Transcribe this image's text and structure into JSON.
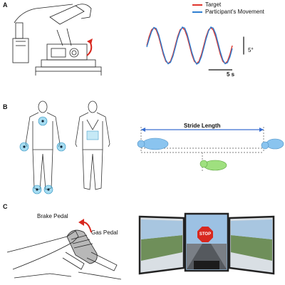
{
  "panels": {
    "a": {
      "letter": "A"
    },
    "b": {
      "letter": "B"
    },
    "c": {
      "letter": "C"
    }
  },
  "chart_data": {
    "type": "line",
    "title": "",
    "xlabel": "",
    "ylabel": "",
    "series": [
      {
        "name": "Target",
        "color": "#e0342c",
        "x": [
          0,
          0.5,
          1,
          1.5,
          2,
          2.5,
          3,
          3.5,
          4,
          4.5,
          5,
          5.5,
          6,
          6.5,
          7,
          7.5,
          8,
          8.5,
          9,
          9.5,
          10,
          10.5,
          11,
          11.5,
          12,
          12.5,
          13,
          13.5,
          14,
          14.5,
          15,
          15.5,
          16,
          16.5,
          17,
          17.5,
          18
        ],
        "y": [
          0,
          2.5,
          4.4,
          5,
          4.4,
          2.5,
          0,
          -2.5,
          -4.4,
          -5,
          -4.4,
          -2.5,
          0,
          2.5,
          4.4,
          5,
          4.4,
          2.5,
          0,
          -2.5,
          -4.4,
          -5,
          -4.4,
          -2.5,
          0,
          2.5,
          4.4,
          5,
          4.4,
          2.5,
          0,
          -2.5,
          -4.4,
          -5,
          -4.4,
          -2.5,
          0
        ]
      },
      {
        "name": "Participant's Movement",
        "color": "#2f7fd1",
        "x": [
          0,
          0.5,
          1,
          1.5,
          2,
          2.5,
          3,
          3.5,
          4,
          4.5,
          5,
          5.5,
          6,
          6.5,
          7,
          7.5,
          8,
          8.5,
          9,
          9.5,
          10,
          10.5,
          11,
          11.5,
          12,
          12.5,
          13,
          13.5,
          14,
          14.5,
          15,
          15.5,
          16,
          16.5,
          17,
          17.5,
          18
        ],
        "y": [
          -0.4,
          1.8,
          3.9,
          5.1,
          4.8,
          3.1,
          0.6,
          -2.0,
          -4.1,
          -5.1,
          -4.7,
          -3.0,
          -0.6,
          2.0,
          4.0,
          5.2,
          4.9,
          3.2,
          0.7,
          -1.9,
          -4.0,
          -5.2,
          -4.8,
          -3.1,
          -0.7,
          1.9,
          4.1,
          5.2,
          4.9,
          3.3,
          0.8,
          -1.8,
          -4.0,
          -5.1,
          -4.8,
          -3.2,
          -0.8
        ]
      }
    ],
    "ylim": [
      -6,
      6
    ],
    "xlim": [
      0,
      18
    ],
    "grid": false,
    "legend": "top-right",
    "scale_bars": {
      "y": {
        "value": 5,
        "label": "5°"
      },
      "x": {
        "value": 5,
        "label": "5 s"
      }
    }
  },
  "stride": {
    "label": "Stride Length"
  },
  "pedals": {
    "brake_label": "Brake Pedal",
    "gas_label": "Gas Pedal"
  },
  "sim": {
    "stop_label": "STOP"
  },
  "colors": {
    "target": "#e0342c",
    "movement": "#2f7fd1",
    "sensor": "#5bc0e6",
    "foot_left": "#8ac4ef",
    "foot_right": "#9fe07f",
    "arrow": "#d8281f",
    "stride_arrow": "#3a6fd0"
  }
}
